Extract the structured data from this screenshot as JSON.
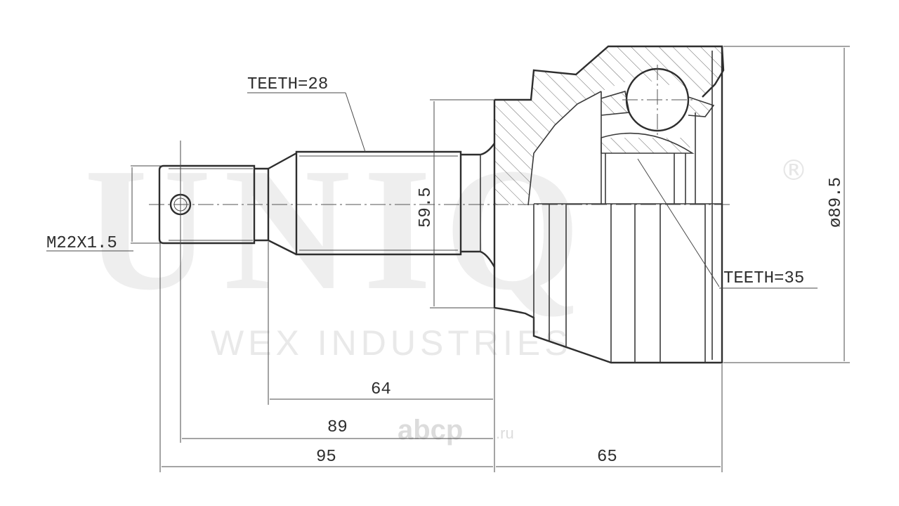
{
  "watermark": {
    "brand": "UNIQ",
    "registered": "®",
    "company": "WEX INDUSTRIES",
    "site_main": "abcp",
    "site_suffix": ".ru"
  },
  "labels": {
    "thread": "M22X1.5",
    "teeth_shaft": "TEETH=28",
    "teeth_hub": "TEETH=35",
    "diameter_seat": "59.5",
    "diameter_outer": "ø89.5",
    "len_64": "64",
    "len_89": "89",
    "len_95": "95",
    "len_65": "65"
  }
}
